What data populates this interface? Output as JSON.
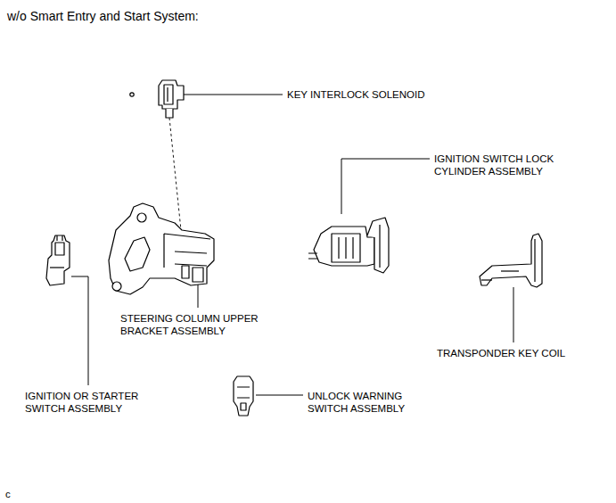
{
  "diagram": {
    "title": "w/o Smart Entry and Start System:",
    "labels": [
      "KEY INTERLOCK SOLENOID",
      "IGNITION SWITCH LOCK CYLINDER ASSEMBLY",
      "STEERING COLUMN UPPER BRACKET ASSEMBLY",
      "TRANSPONDER KEY COIL",
      "IGNITION OR STARTER SWITCH ASSEMBLY",
      "UNLOCK WARNING SWITCH ASSEMBLY",
      "c"
    ]
  }
}
